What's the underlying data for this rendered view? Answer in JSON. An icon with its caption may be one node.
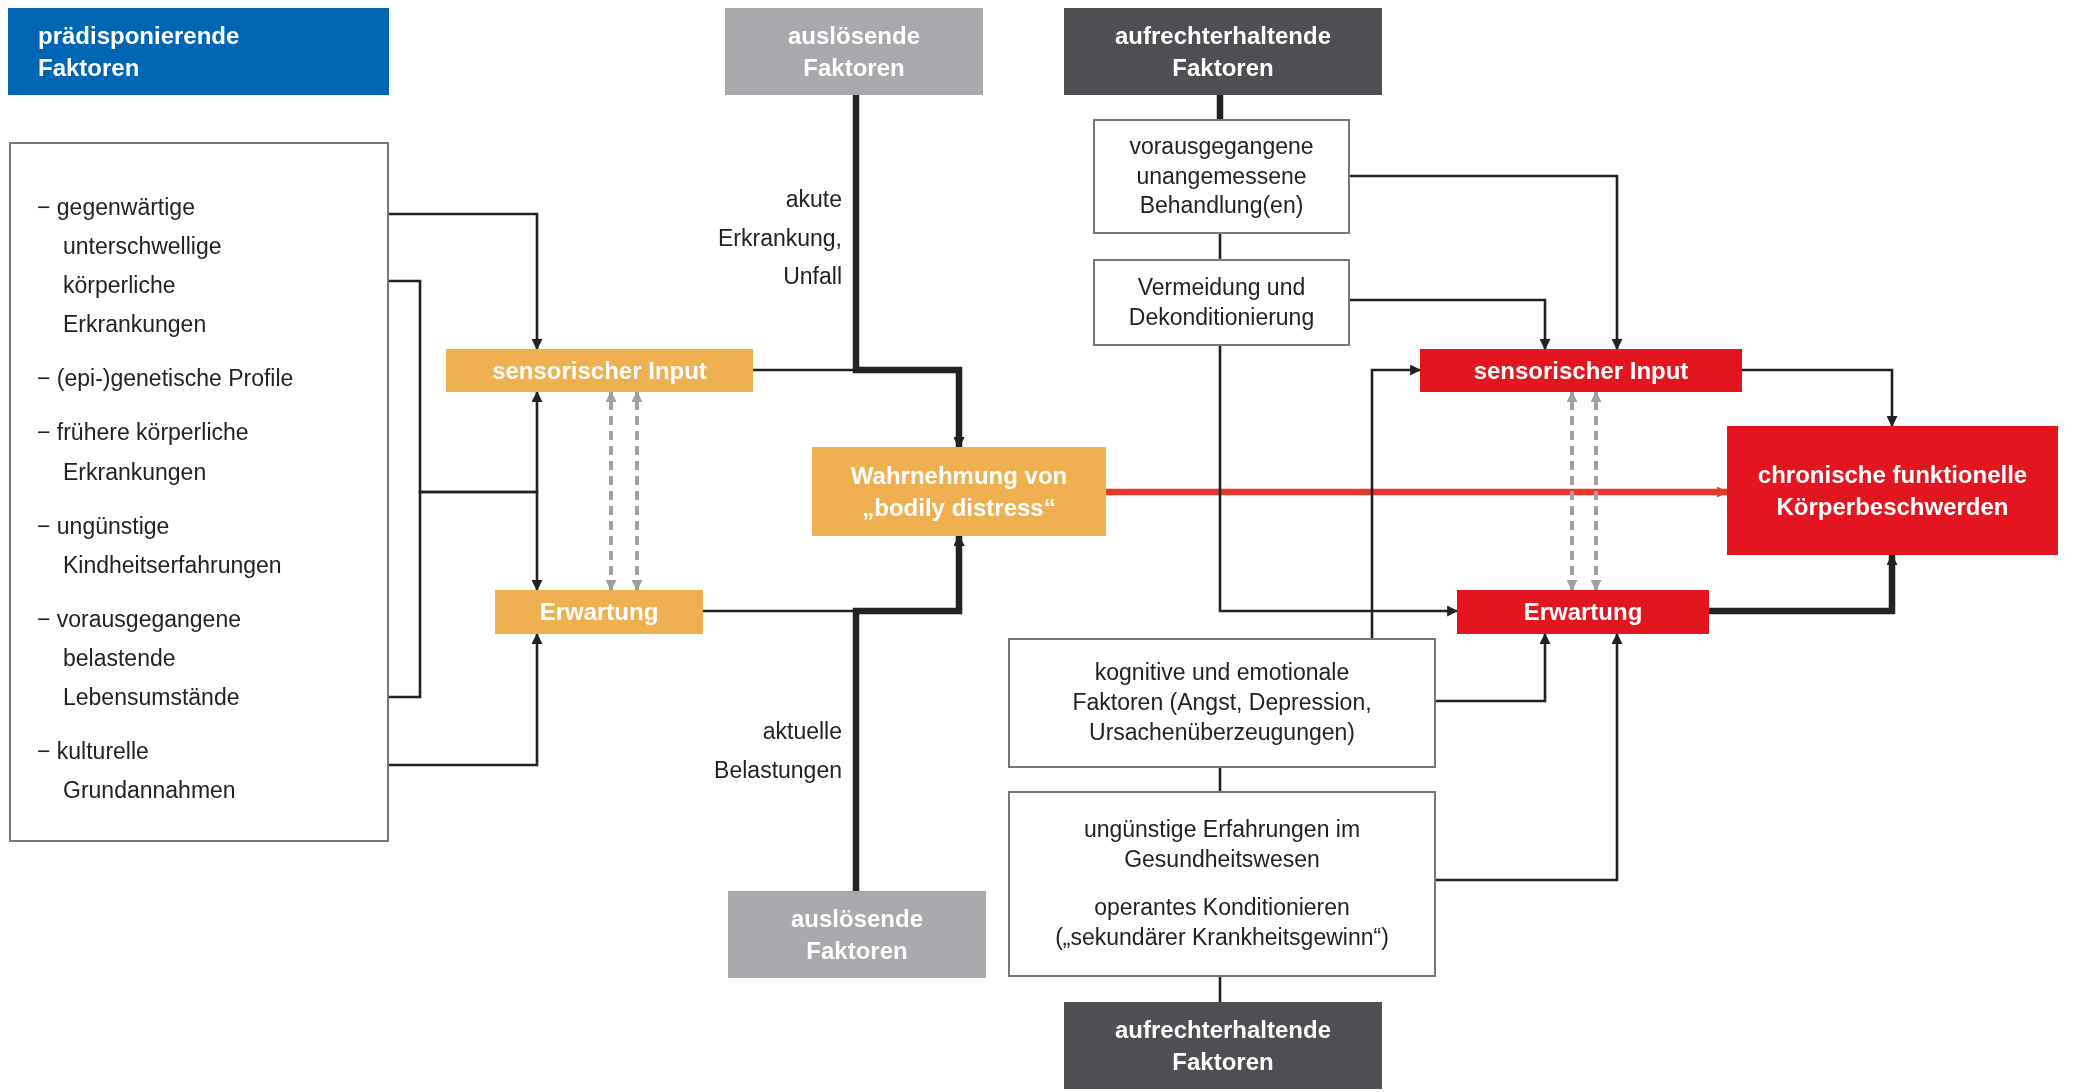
{
  "diagram": {
    "nodes": [
      {
        "text": [
          "prädisponierende Faktoren"
        ]
      },
      {
        "text": [
          "− gegenwärtige unterschwellige körperliche Erkrankungen",
          "− (epi-)genetische Profile",
          "− frühere körperliche Erkrankungen",
          "− ungünstige Kindheitserfahrungen",
          "− vorausgegangene belastende Lebensumstände",
          "− kulturelle Grundannahmen"
        ]
      },
      {
        "text": [
          "auslösende Faktoren"
        ]
      },
      {
        "text": [
          "aufrechterhaltende Faktoren"
        ]
      },
      {
        "text": [
          "vorausgegangene unangemessene Behandlung(en)"
        ]
      },
      {
        "text": [
          "Vermeidung und Dekonditionierung"
        ]
      },
      {
        "text": [
          "sensorischer Input"
        ]
      },
      {
        "text": [
          "Wahrnehmung von „bodily distress“"
        ]
      },
      {
        "text": [
          "sensorischer Input"
        ]
      },
      {
        "text": [
          "chronische funktionelle Körperbeschwerden"
        ]
      },
      {
        "text": [
          "Erwartung"
        ]
      },
      {
        "text": [
          "Erwartung"
        ]
      },
      {
        "text": [
          "kognitive und emotionale Faktoren (Angst, Depression, Ursachenüberzeugungen)"
        ]
      },
      {
        "text": [
          "ungünstige Erfahrungen im Gesundheitswesen",
          "operantes Konditionieren („sekundärer Krankheitsgewinn“)"
        ]
      },
      {
        "text": [
          "auslösende Faktoren"
        ]
      },
      {
        "text": [
          "aufrechterhaltende Faktoren"
        ]
      }
    ],
    "edges": [
      {
        "from": 1,
        "to": 6,
        "arrow": "to"
      },
      {
        "from": 1,
        "to": 6,
        "arrow": "to"
      },
      {
        "from": 1,
        "to": 10,
        "arrow": "to"
      },
      {
        "from": 1,
        "to": 10,
        "arrow": "to"
      },
      {
        "from": 6,
        "to": 7,
        "arrow": "to"
      },
      {
        "from": 2,
        "to": 7,
        "arrow": "to",
        "label": "akute Erkrankung, Unfall",
        "style": "thick"
      },
      {
        "from": 10,
        "to": 7,
        "arrow": "to"
      },
      {
        "from": 14,
        "to": 7,
        "arrow": "to",
        "label": "aktuelle Belastungen",
        "style": "thick"
      },
      {
        "from": 7,
        "to": 9,
        "arrow": "to",
        "style": "thick",
        "color": "#e8392e"
      },
      {
        "from": 3,
        "to": 4,
        "arrow": "none",
        "style": "thick"
      },
      {
        "from": 4,
        "to": 5,
        "arrow": "none"
      },
      {
        "from": 5,
        "to": 11,
        "arrow": "to"
      },
      {
        "from": 4,
        "to": 8,
        "arrow": "to"
      },
      {
        "from": 5,
        "to": 8,
        "arrow": "to"
      },
      {
        "from": 12,
        "to": 8,
        "arrow": "to"
      },
      {
        "from": 8,
        "to": 9,
        "arrow": "to"
      },
      {
        "from": 11,
        "to": 9,
        "arrow": "to",
        "style": "thick"
      },
      {
        "from": 12,
        "to": 11,
        "arrow": "to"
      },
      {
        "from": 13,
        "to": 11,
        "arrow": "to"
      },
      {
        "from": 12,
        "to": 13,
        "arrow": "none"
      },
      {
        "from": 13,
        "to": 15,
        "arrow": "none"
      },
      {
        "from": 10,
        "to": 6,
        "arrow": "both",
        "style": "dashed",
        "color": "#a0a0a0"
      },
      {
        "from": 10,
        "to": 6,
        "arrow": "both",
        "style": "dashed",
        "color": "#a0a0a0"
      },
      {
        "from": 11,
        "to": 8,
        "arrow": "both",
        "style": "dashed",
        "color": "#a0a0a0"
      },
      {
        "from": 11,
        "to": 8,
        "arrow": "both",
        "style": "dashed",
        "color": "#a0a0a0"
      }
    ]
  }
}
